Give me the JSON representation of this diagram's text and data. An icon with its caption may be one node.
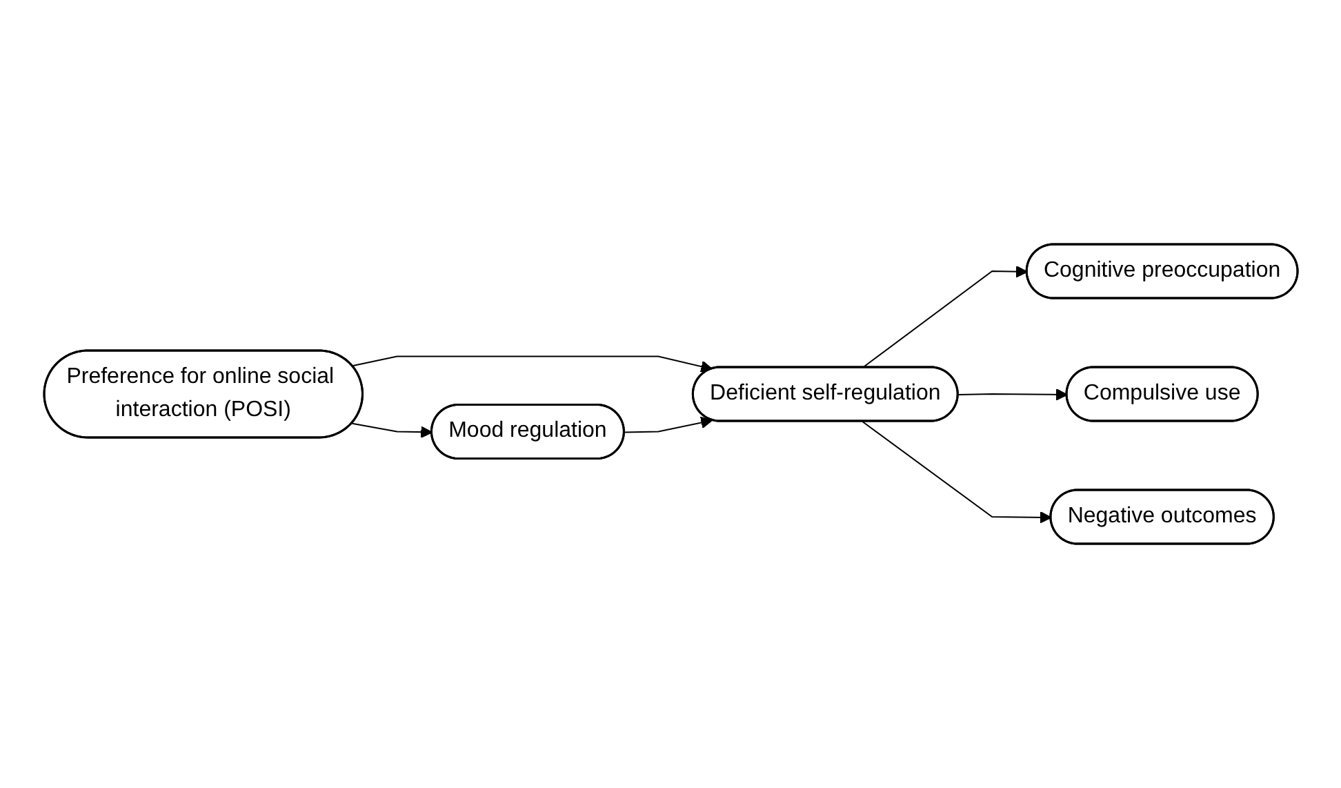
{
  "diagram": {
    "nodes": [
      {
        "text": [
          "Cognitive preoccupation"
        ]
      },
      {
        "text": [
          "Compulsive use"
        ]
      },
      {
        "text": [
          "Preference for online social interaction (POSI)"
        ]
      },
      {
        "text": [
          "Deficient self-regulation"
        ]
      },
      {
        "text": [
          "Negative outcomes"
        ]
      },
      {
        "text": [
          "Mood regulation"
        ]
      }
    ],
    "edges": [
      {
        "from": 2,
        "to": 3,
        "arrow": "to"
      },
      {
        "from": 2,
        "to": 5,
        "arrow": "to"
      },
      {
        "from": 5,
        "to": 3,
        "arrow": "to"
      },
      {
        "from": 3,
        "to": 0,
        "arrow": "to"
      },
      {
        "from": 3,
        "to": 1,
        "arrow": "to"
      },
      {
        "from": 3,
        "to": 4,
        "arrow": "to"
      }
    ]
  }
}
